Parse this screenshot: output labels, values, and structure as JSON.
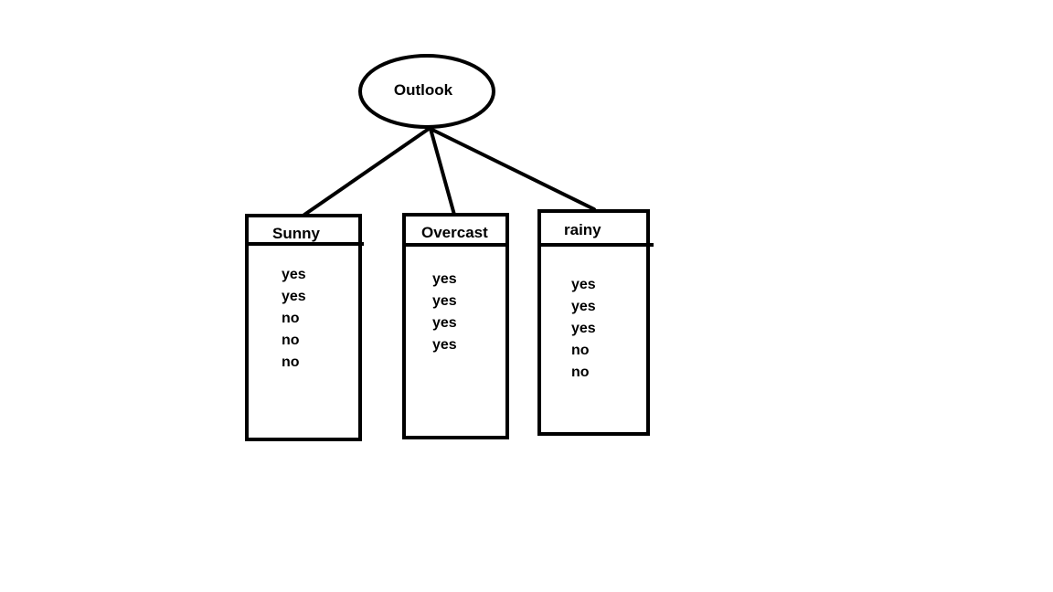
{
  "root": {
    "label": "Outlook"
  },
  "branches": [
    {
      "label": "Sunny",
      "values": [
        "yes",
        "yes",
        "no",
        "no",
        "no"
      ]
    },
    {
      "label": "Overcast",
      "values": [
        "yes",
        "yes",
        "yes",
        "yes"
      ]
    },
    {
      "label": "rainy",
      "values": [
        "yes",
        "yes",
        "yes",
        "no",
        "no"
      ]
    }
  ],
  "colors": {
    "stroke": "#000000",
    "background": "#ffffff"
  }
}
